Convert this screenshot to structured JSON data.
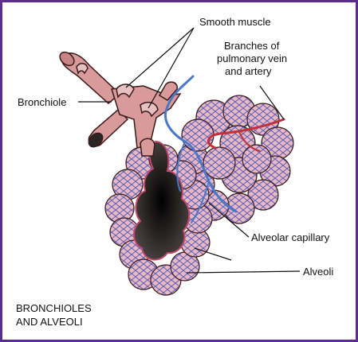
{
  "labels": {
    "smooth_muscle": "Smooth muscle",
    "branches_line1": "Branches of",
    "branches_line2": "pulmonary vein",
    "branches_line3": "and artery",
    "bronchiole": "Bronchiole",
    "alveolar_capillary": "Alveolar capillary",
    "alveoli": "Alveoli",
    "caption_line1": "BRONCHIOLES",
    "caption_line2": "AND ALVEOLI"
  },
  "colors": {
    "border": "#5b2d8e",
    "airway": "#d89a9a",
    "airway_outline": "#3a1a1a",
    "alveolus_fill": "#e8b9c4",
    "capillary_net": "#5a5fb8",
    "artery": "#c0313a",
    "vein": "#4a78c8",
    "lumen_dark": "#2a2626"
  }
}
